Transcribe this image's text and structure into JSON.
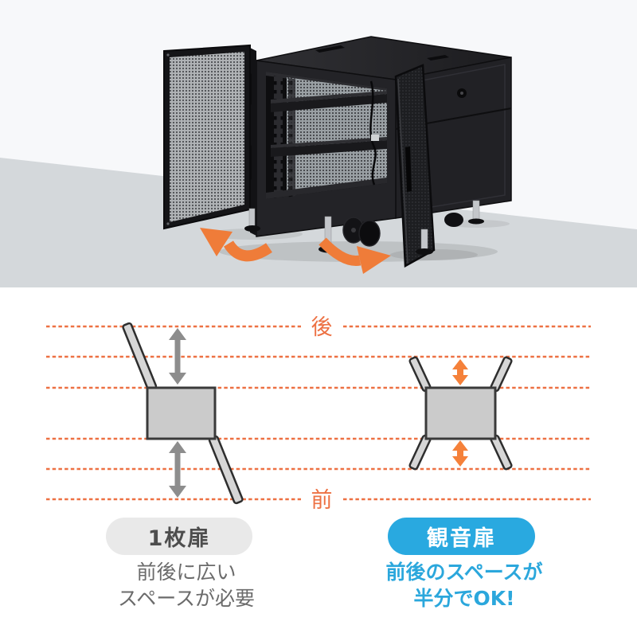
{
  "photo": {
    "subject": "19-inch server rack cabinet with both mesh doors swung open",
    "wall_color": "#f7f8fa",
    "floor_color": "#d4d8db",
    "cabinet_color": "#202024",
    "swing_arrow_color": "#ef7c39"
  },
  "diagram": {
    "grid_color": "#ed7143",
    "rear_label": "後",
    "front_label": "前",
    "cabinet_fill": "#cbcbcb",
    "door_panel_fill": "#d6d6d6",
    "single_door": {
      "badge_label": "1枚扉",
      "badge_bg": "#e9e9e9",
      "badge_text_color": "#4d4d4d",
      "arrow_color": "#8d8d8d",
      "caption_color": "#6b6b6b",
      "caption_lines": [
        "前後に広い",
        "スペースが必要"
      ]
    },
    "double_door": {
      "badge_label": "観音扉",
      "badge_bg": "#29a9e0",
      "badge_text_color": "#ffffff",
      "arrow_color": "#f5813a",
      "caption_color": "#2ba7dc",
      "caption_lines": [
        "前後のスペースが",
        "半分でOK!"
      ]
    }
  }
}
